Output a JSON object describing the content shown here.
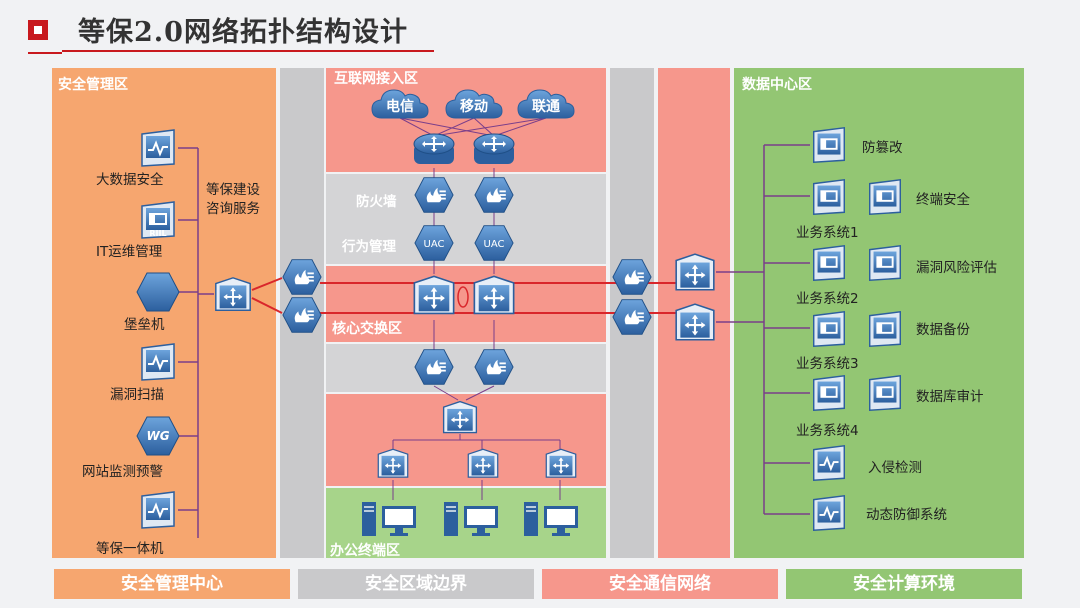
{
  "title": "等保2.0网络拓扑结构设计",
  "zones": {
    "security_mgmt": "安全管理区",
    "internet_access": "互联网接入区",
    "core_switch": "核心交换区",
    "office_terminal": "办公终端区",
    "data_center": "数据中心区"
  },
  "mgmt_nodes": [
    "大数据安全",
    "IT运维管理",
    "堡垒机",
    "漏洞扫描",
    "网站监测预警",
    "等保一体机"
  ],
  "consulting": [
    "等保建设",
    "咨询服务"
  ],
  "clouds": [
    "电信",
    "移动",
    "联通"
  ],
  "internet_labels": {
    "firewall": "防火墙",
    "behavior": "行为管理"
  },
  "icon_text": {
    "uac": "UAC",
    "riil": "RIIL",
    "wg": "WG"
  },
  "dc_nodes": {
    "anti_tamper": "防篡改",
    "terminal_security": "终端安全",
    "biz1": "业务系统1",
    "vuln_assessment": "漏洞风险评估",
    "biz2": "业务系统2",
    "data_backup": "数据备份",
    "biz3": "业务系统3",
    "db_audit": "数据库审计",
    "biz4": "业务系统4",
    "intrusion": "入侵检测",
    "active_defense": "动态防御系统"
  },
  "legend": [
    "安全管理中心",
    "安全区域边界",
    "安全通信网络",
    "安全计算环境"
  ],
  "colors": {
    "mgmt": "#f6a66f",
    "boundary": "#c9c9cb",
    "comm": "#f6978c",
    "compute": "#93c673",
    "link_red": "#d9262b",
    "link_purple": "#7a3e8a",
    "icon_blue": "#3d78b8"
  }
}
